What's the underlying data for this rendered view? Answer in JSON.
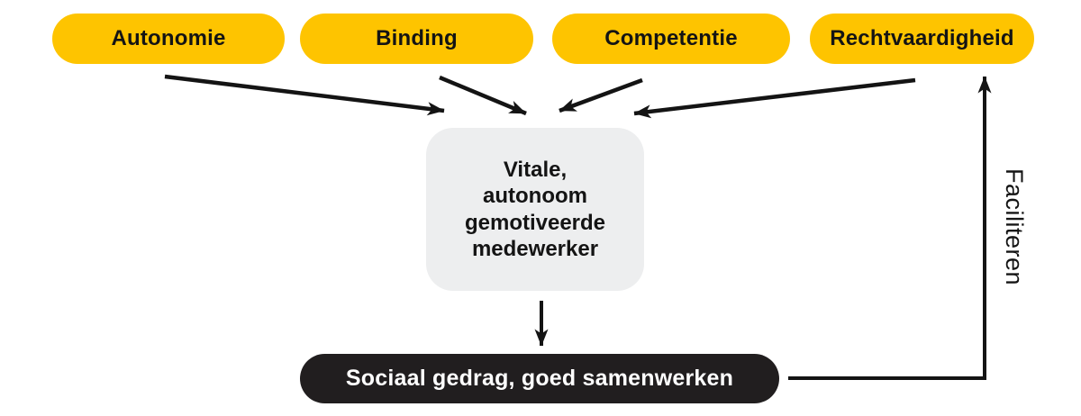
{
  "diagram": {
    "title": "Motivation model diagram",
    "colors": {
      "pill_yellow": "#FEC400",
      "center_gray": "#EDEEEF",
      "outcome_dark": "#211E1F",
      "line_black": "#141414",
      "text_dark": "#141414",
      "text_light": "#FFFFFF",
      "background": "#FFFFFF"
    },
    "sources": [
      {
        "id": "autonomie",
        "label": "Autonomie"
      },
      {
        "id": "binding",
        "label": "Binding"
      },
      {
        "id": "competentie",
        "label": "Competentie"
      },
      {
        "id": "rechtvaardigheid",
        "label": "Rechtvaardigheid"
      }
    ],
    "center": {
      "id": "vitale-medewerker",
      "label": "Vitale,\nautonoom\ngemotiveerde\nmedewerker"
    },
    "outcome": {
      "id": "sociaal-gedrag",
      "label": "Sociaal gedrag, goed samenwerken"
    },
    "feedback": {
      "label": "Faciliteren"
    },
    "connections": [
      {
        "from": "Autonomie",
        "to": "Vitale, autonoom gemotiveerde medewerker"
      },
      {
        "from": "Binding",
        "to": "Vitale, autonoom gemotiveerde medewerker"
      },
      {
        "from": "Competentie",
        "to": "Vitale, autonoom gemotiveerde medewerker"
      },
      {
        "from": "Rechtvaardigheid",
        "to": "Vitale, autonoom gemotiveerde medewerker"
      },
      {
        "from": "Vitale, autonoom gemotiveerde medewerker",
        "to": "Sociaal gedrag, goed samenwerken"
      },
      {
        "from": "Sociaal gedrag, goed samenwerken",
        "to": "Rechtvaardigheid",
        "label": "Faciliteren"
      }
    ]
  }
}
